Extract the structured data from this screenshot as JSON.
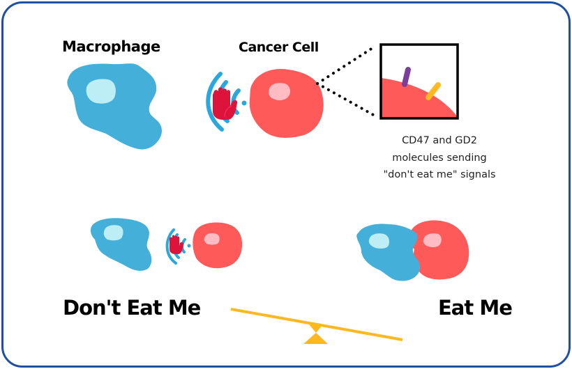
{
  "labels": {
    "macrophage": "Macrophage",
    "cancer_cell": "Cancer Cell",
    "dont_eat_me": "Don't Eat Me",
    "eat_me": "Eat Me"
  },
  "caption": {
    "line1": "CD47 and GD2",
    "line2": "molecules sending",
    "line3": "\"don't eat me\" signals"
  },
  "icons": {
    "stop_hand": "stop-hand-icon",
    "signal_waves": "wifi-signal-icon",
    "seesaw": "seesaw-icon"
  },
  "colors": {
    "frame": "#1f4fa3",
    "macrophage": "#44b0d9",
    "macrophage_nucleus": "#bdeef5",
    "cancer": "#ff5a5a",
    "cancer_nucleus": "#ffbcc3",
    "hand": "#dc143c",
    "signal": "#29a8df",
    "cd47": "#7b3f9b",
    "gd2": "#ffb820",
    "seesaw": "#ffb820"
  }
}
